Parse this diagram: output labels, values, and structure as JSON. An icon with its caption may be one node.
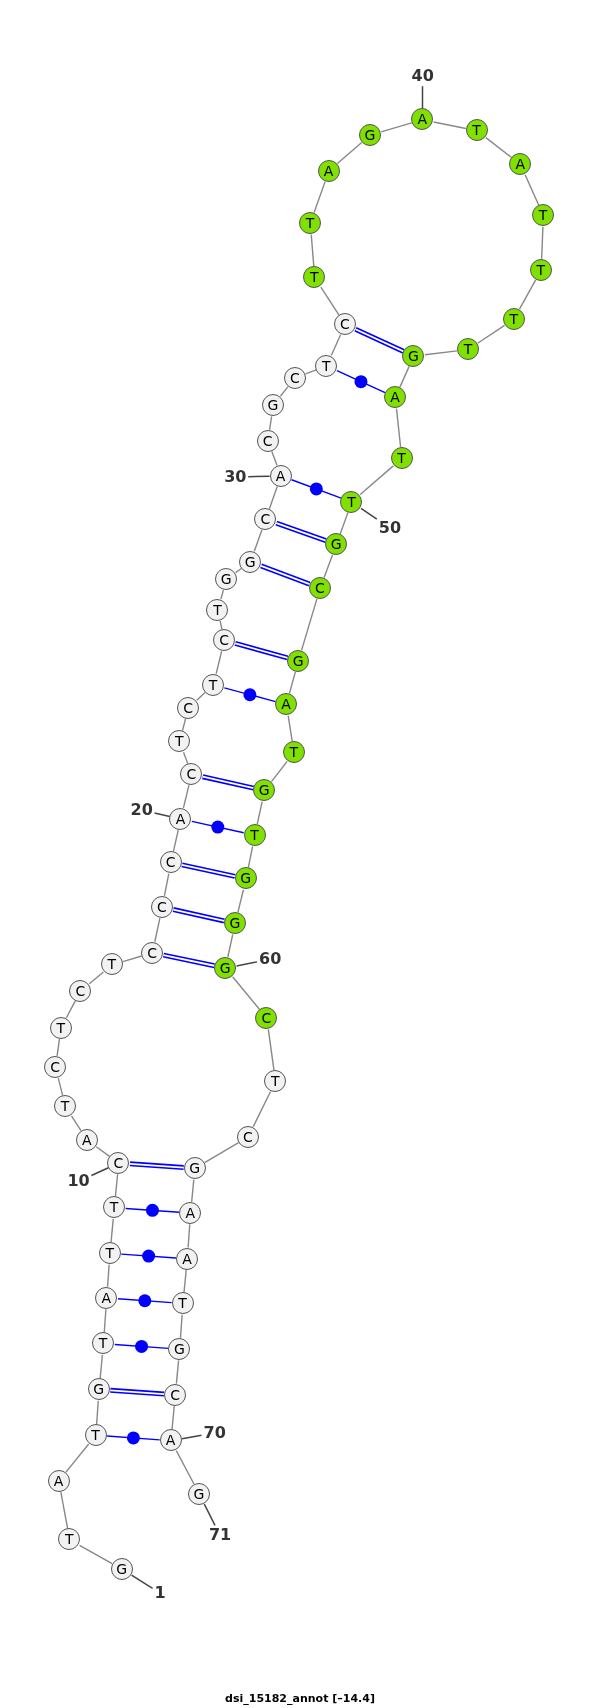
{
  "diagram": {
    "caption": "dsi_15182_annot [–14.4]",
    "nodes": [
      {
        "text": [
          "G"
        ]
      },
      {
        "text": [
          "T"
        ]
      },
      {
        "text": [
          "A"
        ]
      },
      {
        "text": [
          "T"
        ]
      },
      {
        "text": [
          "G"
        ]
      },
      {
        "text": [
          "T"
        ]
      },
      {
        "text": [
          "A"
        ]
      },
      {
        "text": [
          "T"
        ]
      },
      {
        "text": [
          "T"
        ]
      },
      {
        "text": [
          "C"
        ]
      },
      {
        "text": [
          "A"
        ]
      },
      {
        "text": [
          "T"
        ]
      },
      {
        "text": [
          "C"
        ]
      },
      {
        "text": [
          "T"
        ]
      },
      {
        "text": [
          "C"
        ]
      },
      {
        "text": [
          "T"
        ]
      },
      {
        "text": [
          "C"
        ]
      },
      {
        "text": [
          "C"
        ]
      },
      {
        "text": [
          "C"
        ]
      },
      {
        "text": [
          "A"
        ]
      },
      {
        "text": [
          "C"
        ]
      },
      {
        "text": [
          "T"
        ]
      },
      {
        "text": [
          "C"
        ]
      },
      {
        "text": [
          "T"
        ]
      },
      {
        "text": [
          "C"
        ]
      },
      {
        "text": [
          "T"
        ]
      },
      {
        "text": [
          "G"
        ]
      },
      {
        "text": [
          "G"
        ]
      },
      {
        "text": [
          "C"
        ]
      },
      {
        "text": [
          "A"
        ]
      },
      {
        "text": [
          "C"
        ]
      },
      {
        "text": [
          "G"
        ]
      },
      {
        "text": [
          "C"
        ]
      },
      {
        "text": [
          "T"
        ]
      },
      {
        "text": [
          "C"
        ]
      },
      {
        "text": [
          "T"
        ]
      },
      {
        "text": [
          "T"
        ]
      },
      {
        "text": [
          "A"
        ]
      },
      {
        "text": [
          "G"
        ]
      },
      {
        "text": [
          "A"
        ]
      },
      {
        "text": [
          "T"
        ]
      },
      {
        "text": [
          "A"
        ]
      },
      {
        "text": [
          "T"
        ]
      },
      {
        "text": [
          "T"
        ]
      },
      {
        "text": [
          "T"
        ]
      },
      {
        "text": [
          "T"
        ]
      },
      {
        "text": [
          "G"
        ]
      },
      {
        "text": [
          "A"
        ]
      },
      {
        "text": [
          "T"
        ]
      },
      {
        "text": [
          "T"
        ]
      },
      {
        "text": [
          "G"
        ]
      },
      {
        "text": [
          "C"
        ]
      },
      {
        "text": [
          "G"
        ]
      },
      {
        "text": [
          "A"
        ]
      },
      {
        "text": [
          "T"
        ]
      },
      {
        "text": [
          "G"
        ]
      },
      {
        "text": [
          "T"
        ]
      },
      {
        "text": [
          "G"
        ]
      },
      {
        "text": [
          "G"
        ]
      },
      {
        "text": [
          "G"
        ]
      },
      {
        "text": [
          "C"
        ]
      },
      {
        "text": [
          "T"
        ]
      },
      {
        "text": [
          "C"
        ]
      },
      {
        "text": [
          "G"
        ]
      },
      {
        "text": [
          "A"
        ]
      },
      {
        "text": [
          "A"
        ]
      },
      {
        "text": [
          "T"
        ]
      },
      {
        "text": [
          "G"
        ]
      },
      {
        "text": [
          "C"
        ]
      },
      {
        "text": [
          "A"
        ]
      },
      {
        "text": [
          "G"
        ]
      },
      {
        "text": [
          "1"
        ]
      },
      {
        "text": [
          "10"
        ]
      },
      {
        "text": [
          "20"
        ]
      },
      {
        "text": [
          "30"
        ]
      },
      {
        "text": [
          "40"
        ]
      },
      {
        "text": [
          "50"
        ]
      },
      {
        "text": [
          "60"
        ]
      },
      {
        "text": [
          "70"
        ]
      },
      {
        "text": [
          "71"
        ]
      }
    ],
    "edges": [
      {
        "from": 0,
        "to": 1,
        "arrow": "none"
      },
      {
        "from": 1,
        "to": 2,
        "arrow": "none"
      },
      {
        "from": 2,
        "to": 3,
        "arrow": "none"
      },
      {
        "from": 3,
        "to": 4,
        "arrow": "none"
      },
      {
        "from": 4,
        "to": 5,
        "arrow": "none"
      },
      {
        "from": 5,
        "to": 6,
        "arrow": "none"
      },
      {
        "from": 6,
        "to": 7,
        "arrow": "none"
      },
      {
        "from": 7,
        "to": 8,
        "arrow": "none"
      },
      {
        "from": 8,
        "to": 9,
        "arrow": "none"
      },
      {
        "from": 9,
        "to": 10,
        "arrow": "none"
      },
      {
        "from": 10,
        "to": 11,
        "arrow": "none"
      },
      {
        "from": 11,
        "to": 12,
        "arrow": "none"
      },
      {
        "from": 12,
        "to": 13,
        "arrow": "none"
      },
      {
        "from": 13,
        "to": 14,
        "arrow": "none"
      },
      {
        "from": 14,
        "to": 15,
        "arrow": "none"
      },
      {
        "from": 15,
        "to": 16,
        "arrow": "none"
      },
      {
        "from": 16,
        "to": 17,
        "arrow": "none"
      },
      {
        "from": 17,
        "to": 18,
        "arrow": "none"
      },
      {
        "from": 18,
        "to": 19,
        "arrow": "none"
      },
      {
        "from": 19,
        "to": 20,
        "arrow": "none"
      },
      {
        "from": 20,
        "to": 21,
        "arrow": "none"
      },
      {
        "from": 21,
        "to": 22,
        "arrow": "none"
      },
      {
        "from": 22,
        "to": 23,
        "arrow": "none"
      },
      {
        "from": 23,
        "to": 24,
        "arrow": "none"
      },
      {
        "from": 24,
        "to": 25,
        "arrow": "none"
      },
      {
        "from": 25,
        "to": 26,
        "arrow": "none"
      },
      {
        "from": 26,
        "to": 27,
        "arrow": "none"
      },
      {
        "from": 27,
        "to": 28,
        "arrow": "none"
      },
      {
        "from": 28,
        "to": 29,
        "arrow": "none"
      },
      {
        "from": 29,
        "to": 30,
        "arrow": "none"
      },
      {
        "from": 30,
        "to": 31,
        "arrow": "none"
      },
      {
        "from": 31,
        "to": 32,
        "arrow": "none"
      },
      {
        "from": 32,
        "to": 33,
        "arrow": "none"
      },
      {
        "from": 33,
        "to": 34,
        "arrow": "none"
      },
      {
        "from": 34,
        "to": 35,
        "arrow": "none"
      },
      {
        "from": 35,
        "to": 36,
        "arrow": "none"
      },
      {
        "from": 36,
        "to": 37,
        "arrow": "none"
      },
      {
        "from": 37,
        "to": 38,
        "arrow": "none"
      },
      {
        "from": 38,
        "to": 39,
        "arrow": "none"
      },
      {
        "from": 39,
        "to": 40,
        "arrow": "none"
      },
      {
        "from": 40,
        "to": 41,
        "arrow": "none"
      },
      {
        "from": 41,
        "to": 42,
        "arrow": "none"
      },
      {
        "from": 42,
        "to": 43,
        "arrow": "none"
      },
      {
        "from": 43,
        "to": 44,
        "arrow": "none"
      },
      {
        "from": 44,
        "to": 45,
        "arrow": "none"
      },
      {
        "from": 45,
        "to": 46,
        "arrow": "none"
      },
      {
        "from": 46,
        "to": 47,
        "arrow": "none"
      },
      {
        "from": 47,
        "to": 48,
        "arrow": "none"
      },
      {
        "from": 48,
        "to": 49,
        "arrow": "none"
      },
      {
        "from": 49,
        "to": 50,
        "arrow": "none"
      },
      {
        "from": 50,
        "to": 51,
        "arrow": "none"
      },
      {
        "from": 51,
        "to": 52,
        "arrow": "none"
      },
      {
        "from": 52,
        "to": 53,
        "arrow": "none"
      },
      {
        "from": 53,
        "to": 54,
        "arrow": "none"
      },
      {
        "from": 54,
        "to": 55,
        "arrow": "none"
      },
      {
        "from": 55,
        "to": 56,
        "arrow": "none"
      },
      {
        "from": 56,
        "to": 57,
        "arrow": "none"
      },
      {
        "from": 57,
        "to": 58,
        "arrow": "none"
      },
      {
        "from": 58,
        "to": 59,
        "arrow": "none"
      },
      {
        "from": 59,
        "to": 60,
        "arrow": "none"
      },
      {
        "from": 60,
        "to": 61,
        "arrow": "none"
      },
      {
        "from": 61,
        "to": 62,
        "arrow": "none"
      },
      {
        "from": 62,
        "to": 63,
        "arrow": "none"
      },
      {
        "from": 63,
        "to": 64,
        "arrow": "none"
      },
      {
        "from": 64,
        "to": 65,
        "arrow": "none"
      },
      {
        "from": 65,
        "to": 66,
        "arrow": "none"
      },
      {
        "from": 66,
        "to": 67,
        "arrow": "none"
      },
      {
        "from": 67,
        "to": 68,
        "arrow": "none"
      },
      {
        "from": 68,
        "to": 69,
        "arrow": "none"
      },
      {
        "from": 69,
        "to": 70,
        "arrow": "none"
      },
      {
        "from": 34,
        "to": 46,
        "arrow": "none",
        "style": "thick",
        "color": "#0000ff"
      },
      {
        "from": 33,
        "to": 47,
        "arrow": "none",
        "color": "#0000ff"
      },
      {
        "from": 29,
        "to": 49,
        "arrow": "none",
        "color": "#0000ff"
      },
      {
        "from": 28,
        "to": 50,
        "arrow": "none",
        "style": "thick",
        "color": "#0000ff"
      },
      {
        "from": 27,
        "to": 51,
        "arrow": "none",
        "style": "thick",
        "color": "#0000ff"
      },
      {
        "from": 24,
        "to": 52,
        "arrow": "none",
        "style": "thick",
        "color": "#0000ff"
      },
      {
        "from": 23,
        "to": 53,
        "arrow": "none",
        "color": "#0000ff"
      },
      {
        "from": 20,
        "to": 55,
        "arrow": "none",
        "style": "thick",
        "color": "#0000ff"
      },
      {
        "from": 19,
        "to": 56,
        "arrow": "none",
        "color": "#0000ff"
      },
      {
        "from": 18,
        "to": 57,
        "arrow": "none",
        "style": "thick",
        "color": "#0000ff"
      },
      {
        "from": 17,
        "to": 58,
        "arrow": "none",
        "style": "thick",
        "color": "#0000ff"
      },
      {
        "from": 16,
        "to": 59,
        "arrow": "none",
        "style": "thick",
        "color": "#0000ff"
      },
      {
        "from": 9,
        "to": 63,
        "arrow": "none",
        "style": "thick",
        "color": "#0000ff"
      },
      {
        "from": 8,
        "to": 64,
        "arrow": "none",
        "color": "#0000ff"
      },
      {
        "from": 7,
        "to": 65,
        "arrow": "none",
        "color": "#0000ff"
      },
      {
        "from": 6,
        "to": 66,
        "arrow": "none",
        "color": "#0000ff"
      },
      {
        "from": 5,
        "to": 67,
        "arrow": "none",
        "color": "#0000ff"
      },
      {
        "from": 4,
        "to": 68,
        "arrow": "none",
        "style": "thick",
        "color": "#0000ff"
      },
      {
        "from": 3,
        "to": 69,
        "arrow": "none",
        "color": "#0000ff"
      },
      {
        "from": 71,
        "to": 0,
        "arrow": "none",
        "color": "#444444"
      },
      {
        "from": 72,
        "to": 9,
        "arrow": "none",
        "color": "#444444"
      },
      {
        "from": 73,
        "to": 19,
        "arrow": "none",
        "color": "#444444"
      },
      {
        "from": 74,
        "to": 29,
        "arrow": "none",
        "color": "#444444"
      },
      {
        "from": 75,
        "to": 39,
        "arrow": "none",
        "color": "#444444"
      },
      {
        "from": 76,
        "to": 49,
        "arrow": "none",
        "color": "#444444"
      },
      {
        "from": 77,
        "to": 59,
        "arrow": "none",
        "color": "#444444"
      },
      {
        "from": 78,
        "to": 69,
        "arrow": "none",
        "color": "#444444"
      },
      {
        "from": 79,
        "to": 70,
        "arrow": "none",
        "color": "#444444"
      }
    ]
  }
}
